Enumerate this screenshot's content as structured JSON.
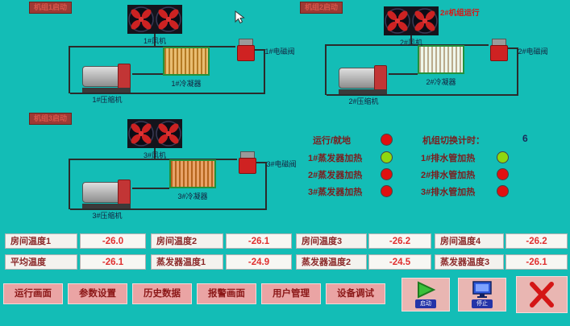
{
  "units": [
    {
      "start_label": "机组1启动",
      "fan_label": "1#风机",
      "compressor_label": "1#压缩机",
      "condenser_label": "1#冷凝器",
      "valve_label": "1#电磁阀",
      "condenser_color": "#e0a33a"
    },
    {
      "start_label": "机组2启动",
      "running_text": "2#机组运行",
      "fan_label": "2#风机",
      "compressor_label": "2#压缩机",
      "condenser_label": "2#冷凝器",
      "valve_label": "2#电磁阀",
      "condenser_color": "#e9f2e2"
    },
    {
      "start_label": "机组3启动",
      "fan_label": "3#风机",
      "compressor_label": "3#压缩机",
      "condenser_label": "3#冷凝器",
      "valve_label": "3#电磁阀",
      "condenser_color": "#df7f2e"
    }
  ],
  "status": {
    "run_local_label": "运行/就地",
    "run_local_color": "#e01010",
    "timer_label": "机组切换计时：",
    "timer_value": "6",
    "evap_heaters": [
      {
        "label": "1#蒸发器加热",
        "color": "#8fd80f"
      },
      {
        "label": "2#蒸发器加热",
        "color": "#e01010"
      },
      {
        "label": "3#蒸发器加热",
        "color": "#e01010"
      }
    ],
    "drain_heaters": [
      {
        "label": "1#排水管加热",
        "color": "#8fd80f"
      },
      {
        "label": "2#排水管加热",
        "color": "#e01010"
      },
      {
        "label": "3#排水管加热",
        "color": "#e01010"
      }
    ]
  },
  "temperatures": {
    "row1": [
      {
        "label": "房间温度1",
        "value": "-26.0"
      },
      {
        "label": "房间温度2",
        "value": "-26.1"
      },
      {
        "label": "房间温度3",
        "value": "-26.2"
      },
      {
        "label": "房间温度4",
        "value": "-26.2"
      }
    ],
    "row2": [
      {
        "label": "平均温度",
        "value": "-26.1"
      },
      {
        "label": "蒸发器温度1",
        "value": "-24.9"
      },
      {
        "label": "蒸发器温度2",
        "value": "-24.5"
      },
      {
        "label": "蒸发器温度3",
        "value": "-26.1"
      }
    ]
  },
  "nav_buttons": [
    "运行画面",
    "参数设置",
    "历史数据",
    "报警画面",
    "用户管理",
    "设备调试"
  ],
  "controls": {
    "start_label": "启动",
    "stop_label": "停止"
  },
  "colors": {
    "background": "#13bdb6",
    "indicator_red": "#e01010",
    "indicator_green": "#8fd80f"
  }
}
